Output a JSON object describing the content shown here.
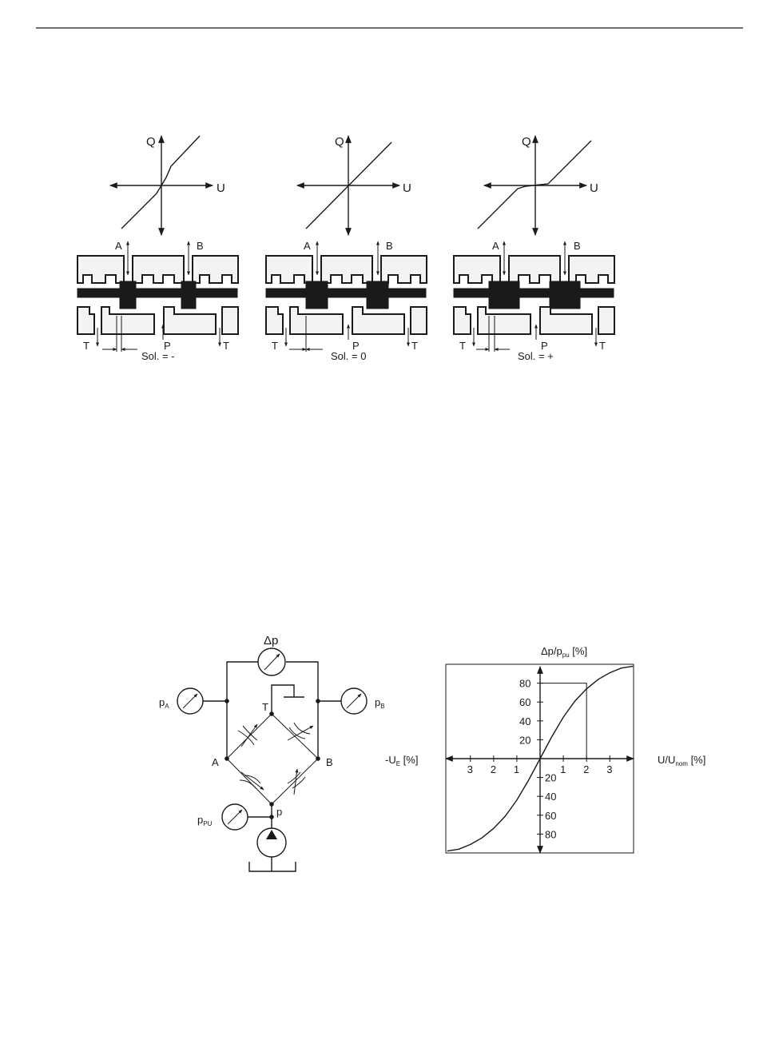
{
  "spool_diagrams": [
    {
      "q_label": "Q",
      "u_label": "U",
      "port_a": "A",
      "port_b": "B",
      "port_p": "P",
      "port_t_left": "T",
      "port_t_right": "T",
      "sol_label": "Sol. = -"
    },
    {
      "q_label": "Q",
      "u_label": "U",
      "port_a": "A",
      "port_b": "B",
      "port_p": "P",
      "port_t_left": "T",
      "port_t_right": "T",
      "sol_label": "Sol. = 0"
    },
    {
      "q_label": "Q",
      "u_label": "U",
      "port_a": "A",
      "port_b": "B",
      "port_p": "P",
      "port_t_left": "T",
      "port_t_right": "T",
      "sol_label": "Sol. = +"
    }
  ],
  "bridge": {
    "dp_label": "Δp",
    "pa_main": "p",
    "pa_sub": "A",
    "pb_main": "p",
    "pb_sub": "B",
    "ppu_main": "p",
    "ppu_sub": "PU",
    "t_label": "T",
    "a_label": "A",
    "b_label": "B",
    "p_label": "p"
  },
  "chart_data": {
    "type": "line",
    "title": "",
    "ylabel_main": "Δp/p",
    "ylabel_sub": "pu",
    "ylabel_unit": " [%]",
    "xlabel_pos_main": "U/U",
    "xlabel_pos_sub": "nom",
    "xlabel_pos_unit": " [%]",
    "xlabel_neg_main": "-U",
    "xlabel_neg_sub": "E",
    "xlabel_neg_unit": " [%]",
    "x_ticks_pos": [
      "1",
      "2",
      "3"
    ],
    "x_ticks_neg": [
      "3",
      "2",
      "1"
    ],
    "y_ticks_pos": [
      "80",
      "60",
      "40",
      "20"
    ],
    "y_ticks_neg": [
      "20",
      "40",
      "60",
      "80"
    ],
    "xlim": [
      -4,
      4
    ],
    "ylim": [
      -100,
      100
    ],
    "series": [
      {
        "x": [
          -4,
          -3.5,
          -3,
          -2.5,
          -2,
          -1.5,
          -1,
          -0.5,
          0,
          0.5,
          1,
          1.5,
          2,
          2.5,
          3,
          3.5,
          4
        ],
        "y": [
          -98,
          -96,
          -91,
          -84,
          -74,
          -61,
          -44,
          -23,
          0,
          23,
          44,
          61,
          74,
          84,
          91,
          96,
          98
        ]
      }
    ],
    "reference_point": {
      "x": 2,
      "y": 80
    }
  }
}
